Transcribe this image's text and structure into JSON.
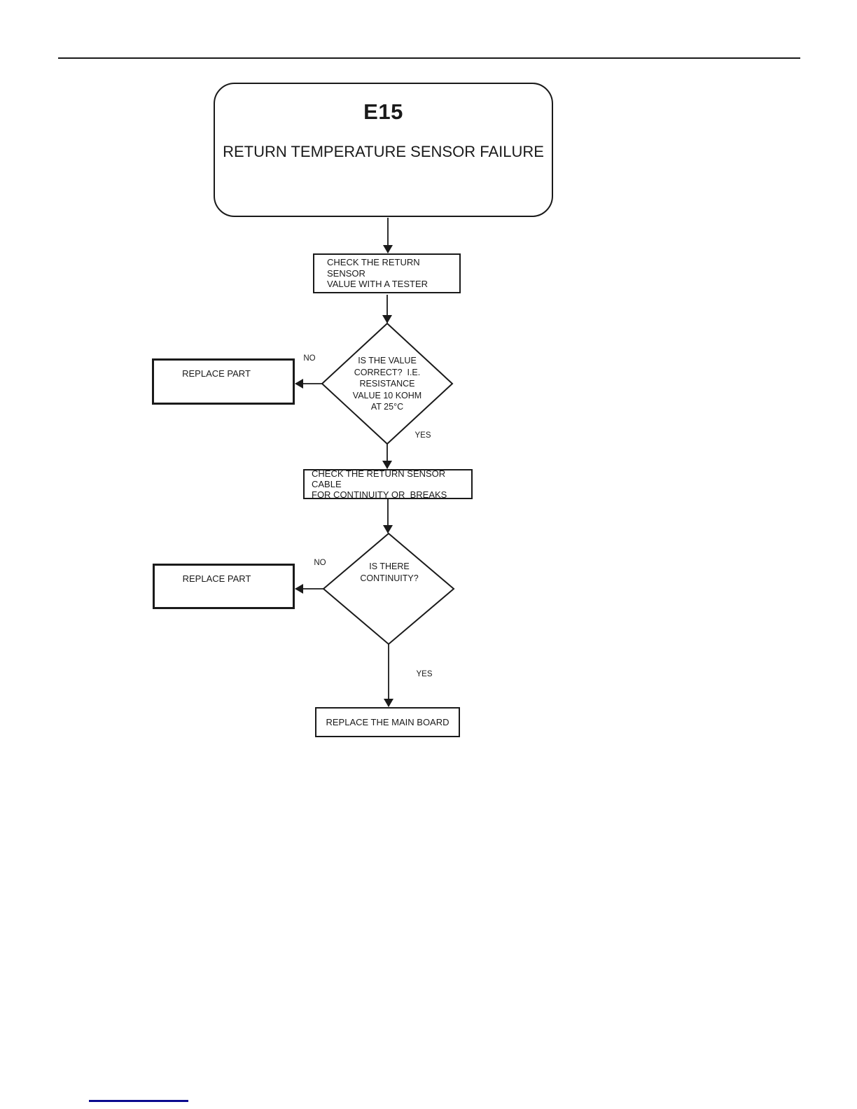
{
  "page": {
    "background_color": "#ffffff",
    "line_color": "#1a1a1a",
    "footer_link_color": "#0b0b8f"
  },
  "flowchart": {
    "terminator": {
      "code": "E15",
      "title_line1": "RETURN TEMPERATURE SENSOR",
      "title_line2": "FAILURE"
    },
    "check_sensor": {
      "line1": "CHECK THE RETURN SENSOR",
      "line2": "VALUE WITH A TESTER"
    },
    "decision_value": {
      "lines": [
        "IS THE VALUE",
        "CORRECT?  I.E.",
        "RESISTANCE",
        "VALUE 10 KOHM",
        "AT 25°C"
      ]
    },
    "replace_part_1": {
      "label": "REPLACE PART"
    },
    "check_cable": {
      "line1": "CHECK THE RETURN SENSOR CABLE",
      "line2": "FOR CONTINUITY OR  BREAKS"
    },
    "decision_continuity": {
      "line1": "IS THERE",
      "line2": "CONTINUITY?"
    },
    "replace_part_2": {
      "label": "REPLACE PART"
    },
    "replace_main_board": {
      "label": "REPLACE THE MAIN BOARD"
    },
    "labels": {
      "no_1": "NO",
      "yes_1": "YES",
      "no_2": "NO",
      "yes_2": "YES"
    }
  }
}
